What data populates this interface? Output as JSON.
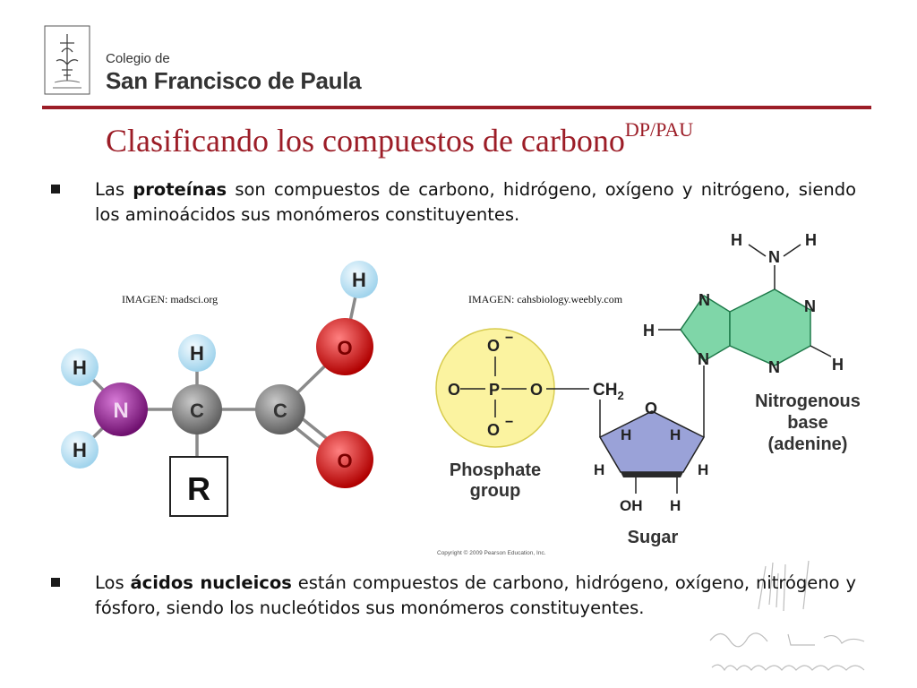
{
  "header": {
    "logo_icon": "school-crest-icon",
    "logo_line1": "Colegio de",
    "logo_line2": "San Francisco de Paula"
  },
  "title": {
    "main": "Clasificando los compuestos de carbono",
    "superscript": "DP/PAU"
  },
  "bullets": [
    {
      "pre": "Las ",
      "bold": "proteínas",
      "post": " son compuestos de carbono, hidrógeno, oxígeno y nitrógeno, siendo los aminoácidos sus monómeros constituyentes."
    },
    {
      "pre": "Los ",
      "bold": "ácidos nucleicos",
      "post": " están compuestos de carbono, hidrógeno, oxígeno, nitrógeno y fósforo, siendo los nucleótidos sus monómeros constituyentes."
    }
  ],
  "amino_acid": {
    "credit": "IMAGEN: madsci.org",
    "hydrogen": "H",
    "nitrogen": "N",
    "carbon": "C",
    "oxygen": "O",
    "r_group": "R"
  },
  "nucleotide": {
    "credit": "IMAGEN: cahsbiology.weebly.com",
    "phosphate_o_top": "O",
    "phosphate_o_left": "O",
    "phosphate_p": "P",
    "phosphate_o_right": "O",
    "phosphate_o_bottom": "O",
    "charge": "−",
    "phosphate_label_1": "Phosphate",
    "phosphate_label_2": "group",
    "ch2": "CH",
    "ch2_sub": "2",
    "sugar_o": "O",
    "sugar_h": "H",
    "sugar_oh": "OH",
    "sugar_label": "Sugar",
    "base_n": "N",
    "base_h": "H",
    "base_label_1": "Nitrogenous",
    "base_label_2": "base",
    "base_label_3": "(adenine)",
    "copyright": "Copyright © 2009 Pearson Education, Inc."
  },
  "colors": {
    "accent": "#9c1d27",
    "hydrogen_atom": "#bfe6f5",
    "nitrogen_atom": "#8c1a8c",
    "carbon_atom": "#8a8a8a",
    "oxygen_atom": "#d91c1c",
    "phosphate_fill": "#fbf3a0",
    "sugar_fill": "#9aa2d8",
    "base_fill": "#7fd6a8"
  }
}
